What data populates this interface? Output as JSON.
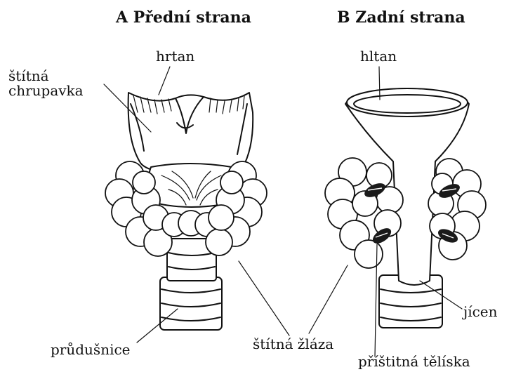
{
  "panels": {
    "front_title": "A Přední strana",
    "back_title": "B Zadní strana"
  },
  "labels": {
    "hrtan": "hrtan",
    "stitna_chrupavka": "štítná\nchrupavka",
    "prudusnice": "průdušnice",
    "hltan": "hltan",
    "jicen": "jícen",
    "stitna_zlaza": "štítná žláza",
    "pristitna_teliska": "příštitná tělíska"
  }
}
